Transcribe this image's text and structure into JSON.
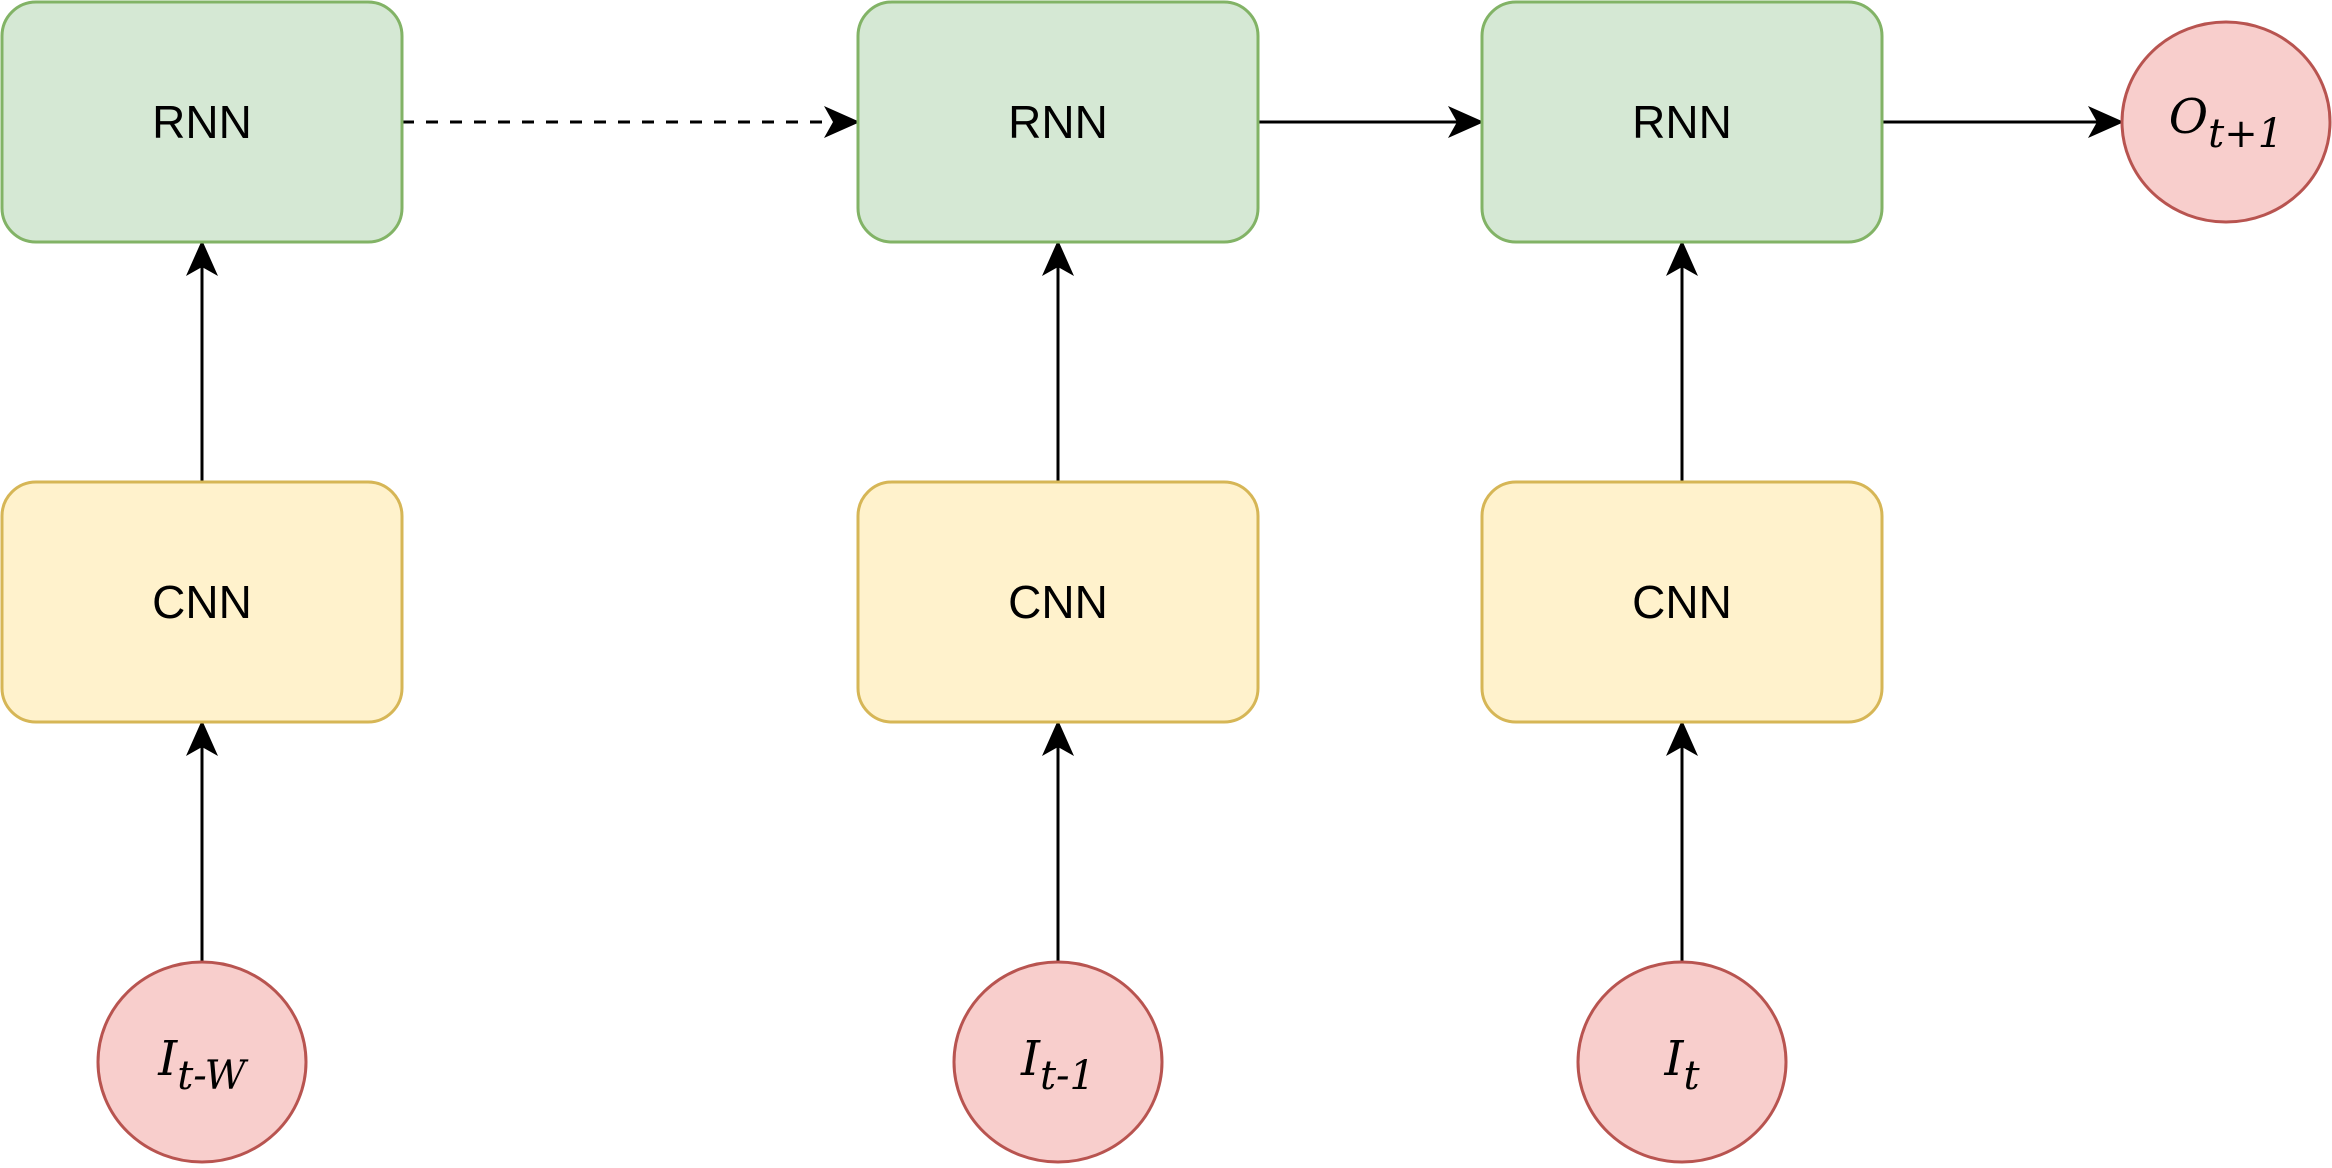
{
  "colors": {
    "rnn_fill": "#d5e8d4",
    "rnn_stroke": "#82b366",
    "cnn_fill": "#fff2cc",
    "cnn_stroke": "#d6b656",
    "io_fill": "#f8cecc",
    "io_stroke": "#b85450",
    "arrow": "#000000"
  },
  "nodes": {
    "rnn_1": {
      "label": "RNN"
    },
    "rnn_2": {
      "label": "RNN"
    },
    "rnn_3": {
      "label": "RNN"
    },
    "cnn_1": {
      "label": "CNN"
    },
    "cnn_2": {
      "label": "CNN"
    },
    "cnn_3": {
      "label": "CNN"
    },
    "input_1": {
      "symbol": "I",
      "subscript": "t-W"
    },
    "input_2": {
      "symbol": "I",
      "subscript": "t-1"
    },
    "input_3": {
      "symbol": "I",
      "subscript": "t"
    },
    "output": {
      "symbol": "O",
      "subscript": "t+1"
    }
  },
  "edges": [
    {
      "from": "input_1",
      "to": "cnn_1",
      "style": "solid"
    },
    {
      "from": "input_2",
      "to": "cnn_2",
      "style": "solid"
    },
    {
      "from": "input_3",
      "to": "cnn_3",
      "style": "solid"
    },
    {
      "from": "cnn_1",
      "to": "rnn_1",
      "style": "solid"
    },
    {
      "from": "cnn_2",
      "to": "rnn_2",
      "style": "solid"
    },
    {
      "from": "cnn_3",
      "to": "rnn_3",
      "style": "solid"
    },
    {
      "from": "rnn_1",
      "to": "rnn_2",
      "style": "dashed"
    },
    {
      "from": "rnn_2",
      "to": "rnn_3",
      "style": "solid"
    },
    {
      "from": "rnn_3",
      "to": "output",
      "style": "solid"
    }
  ]
}
